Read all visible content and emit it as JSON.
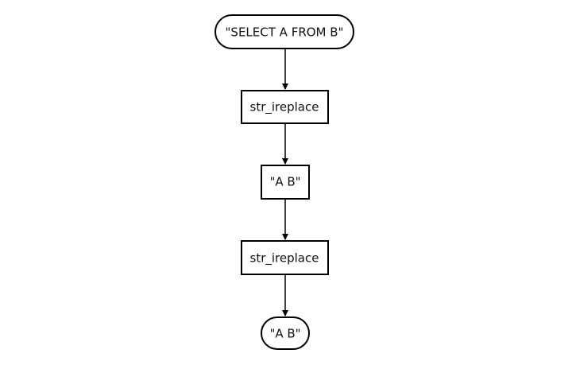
{
  "diagram": {
    "nodes": [
      {
        "id": "start",
        "shape": "terminal",
        "label": "\"SELECT A FROM B\""
      },
      {
        "id": "op1",
        "shape": "process",
        "label": "str_ireplace"
      },
      {
        "id": "mid",
        "shape": "process",
        "label": "\"A B\""
      },
      {
        "id": "op2",
        "shape": "process",
        "label": "str_ireplace"
      },
      {
        "id": "end",
        "shape": "terminal",
        "label": "\"A B\""
      }
    ],
    "edges": [
      {
        "from": "start",
        "to": "op1"
      },
      {
        "from": "op1",
        "to": "mid"
      },
      {
        "from": "mid",
        "to": "op2"
      },
      {
        "from": "op2",
        "to": "end"
      }
    ],
    "colors": {
      "stroke": "#000000",
      "fill": "#ffffff",
      "text": "#111111"
    }
  }
}
